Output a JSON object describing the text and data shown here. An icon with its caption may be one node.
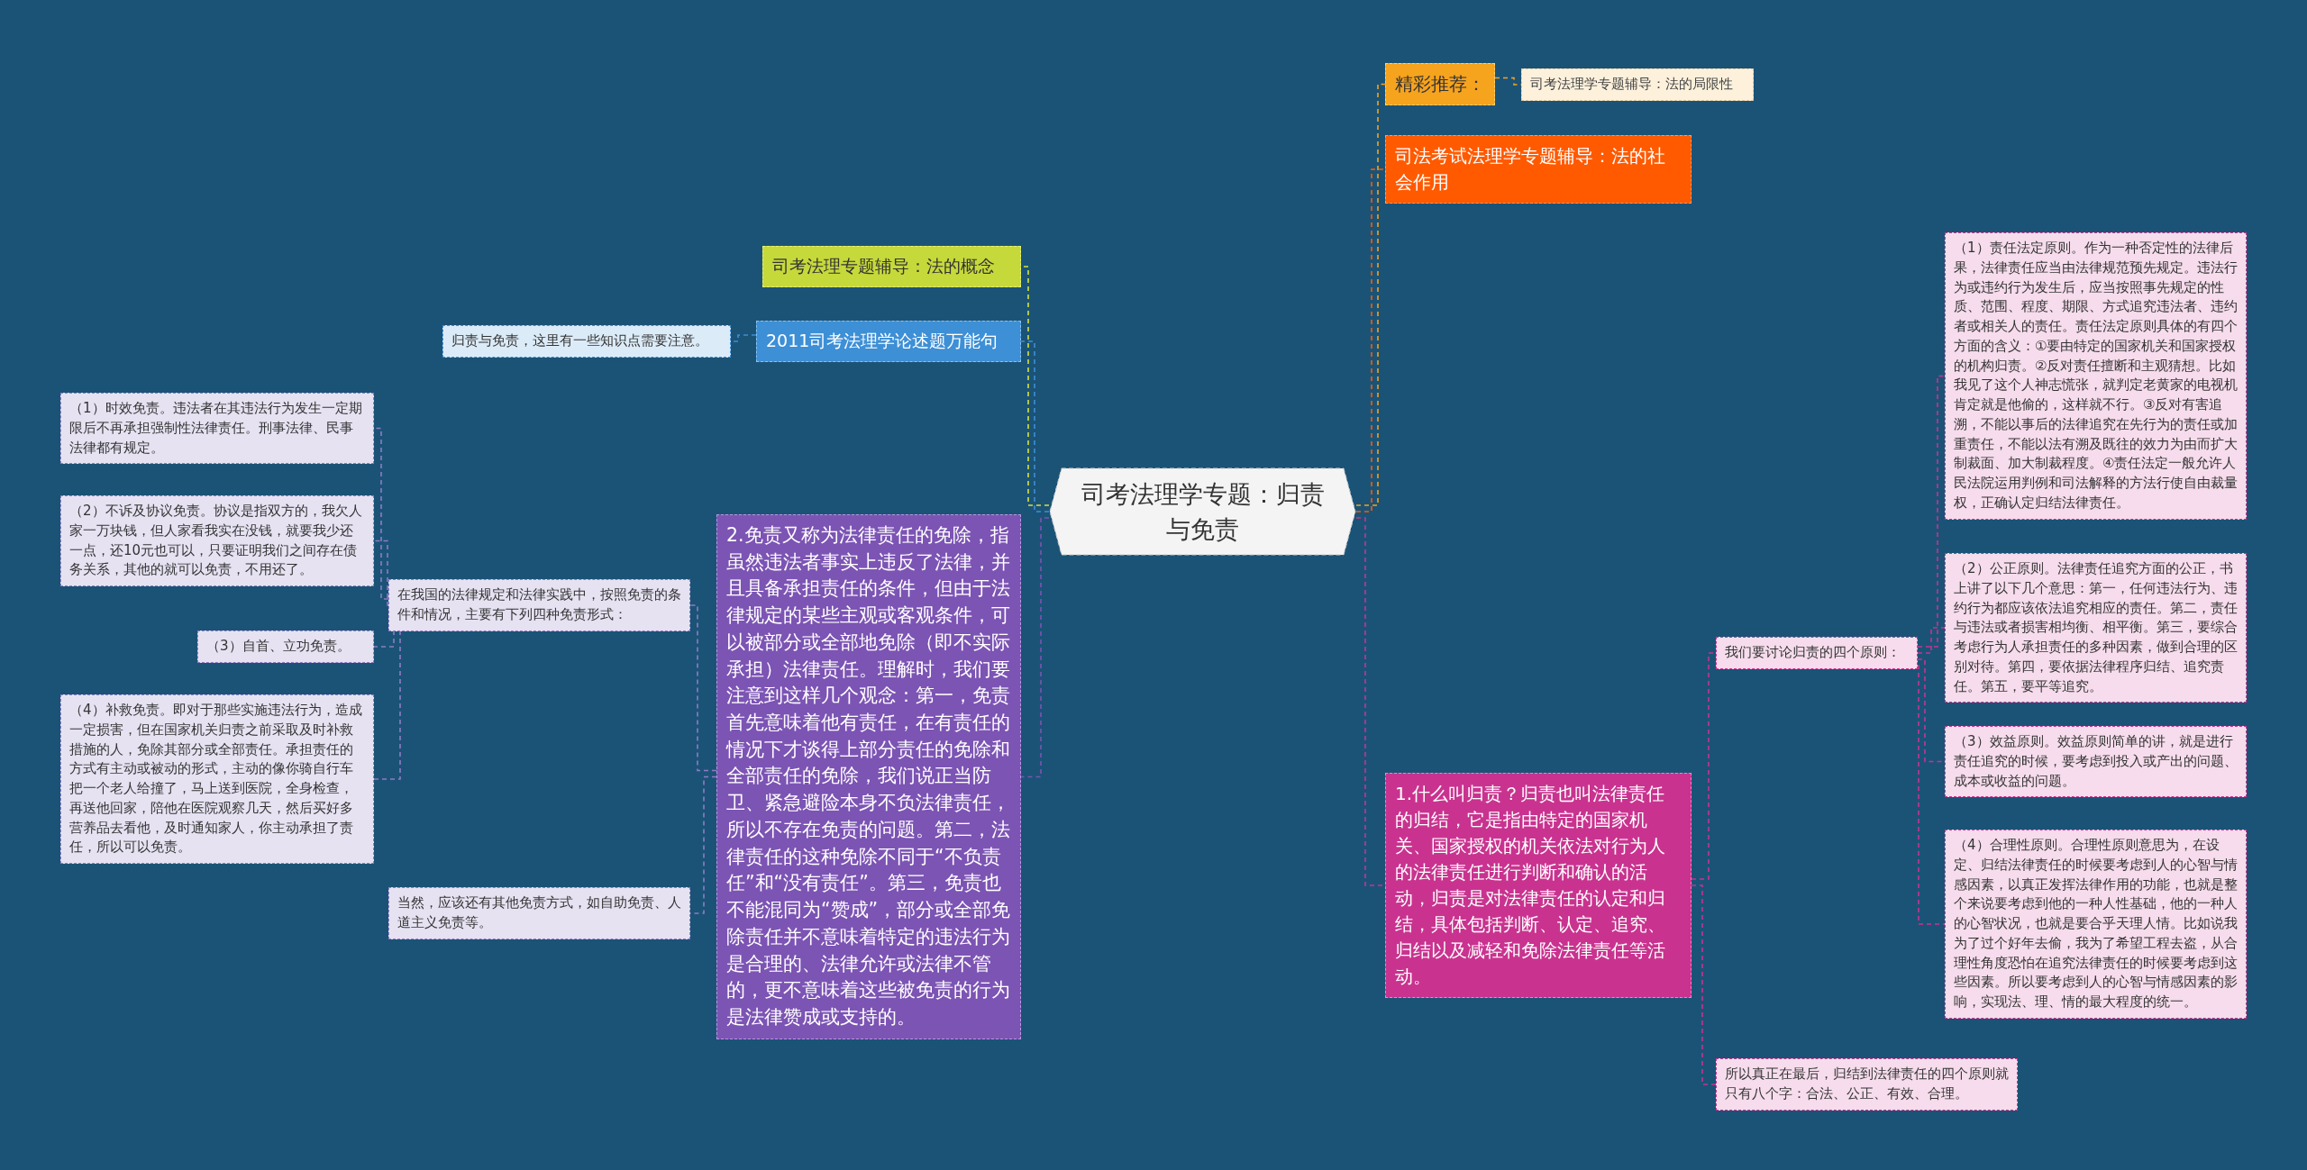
{
  "diagram": {
    "nodes": [
      {
        "text": [
          "司考法理学专题：归责与免责"
        ]
      },
      {
        "text": [
          "精彩推荐："
        ]
      },
      {
        "text": [
          "司考法理学专题辅导：法的局限性"
        ]
      },
      {
        "text": [
          "司法考试法理学专题辅导：法的社会作用"
        ]
      },
      {
        "text": [
          "1.什么叫归责？归责也叫法律责任的归结，它是指由特定的国家机关、国家授权的机关依法对行为人的法律责任进行判断和确认的活动，归责是对法律责任的认定和归结，具体包括判断、认定、追究、归结以及减轻和免除法律责任等活动。"
        ]
      },
      {
        "text": [
          "我们要讨论归责的四个原则："
        ]
      },
      {
        "text": [
          "（1）责任法定原则。作为一种否定性的法律后果，法律责任应当由法律规范预先规定。违法行为或违约行为发生后，应当按照事先规定的性质、范围、程度、期限、方式追究违法者、违约者或相关人的责任。责任法定原则具体的有四个方面的含义：①要由特定的国家机关和国家授权的机构归责。②反对责任擅断和主观猜想。比如我见了这个人神志慌张，就判定老黄家的电视机肯定就是他偷的，这样就不行。③反对有害追溯，不能以事后的法律追究在先行为的责任或加重责任，不能以法有溯及既往的效力为由而扩大制裁面、加大制裁程度。④责任法定一般允许人民法院运用判例和司法解释的方法行使自由裁量权，正确认定归结法律责任。"
        ]
      },
      {
        "text": [
          "（2）公正原则。法律责任追究方面的公正，书上讲了以下几个意思：第一，任何违法行为、违约行为都应该依法追究相应的责任。第二，责任与违法或者损害相均衡、相平衡。第三，要综合考虑行为人承担责任的多种因素，做到合理的区别对待。第四，要依据法律程序归结、追究责任。第五，要平等追究。"
        ]
      },
      {
        "text": [
          "（3）效益原则。效益原则简单的讲，就是进行责任追究的时候，要考虑到投入或产出的问题、成本或收益的问题。"
        ]
      },
      {
        "text": [
          "（4）合理性原则。合理性原则意思为，在设定、归结法律责任的时候要考虑到人的心智与情感因素，以真正发挥法律作用的功能，也就是整个来说要考虑到他的一种人性基础，他的一种人的心智状况，也就是要合乎天理人情。比如说我为了过个好年去偷，我为了希望工程去盗，从合理性角度恐怕在追究法律责任的时候要考虑到这些因素。所以要考虑到人的心智与情感因素的影响，实现法、理、情的最大程度的统一。"
        ]
      },
      {
        "text": [
          "所以真正在最后，归结到法律责任的四个原则就只有八个字：合法、公正、有效、合理。"
        ]
      },
      {
        "text": [
          "司考法理专题辅导：法的概念"
        ]
      },
      {
        "text": [
          "2011司考法理学论述题万能句"
        ]
      },
      {
        "text": [
          "归责与免责，这里有一些知识点需要注意。"
        ]
      },
      {
        "text": [
          "2.免责又称为法律责任的免除，指虽然违法者事实上违反了法律，并且具备承担责任的条件，但由于法律规定的某些主观或客观条件，可以被部分或全部地免除（即不实际承担）法律责任。理解时，我们要注意到这样几个观念：第一，免责首先意味着他有责任，在有责任的情况下才谈得上部分责任的免除和全部责任的免除，我们说正当防卫、紧急避险本身不负法律责任，所以不存在免责的问题。第二，法律责任的这种免除不同于“不负责任”和“没有责任”。第三，免责也不能混同为“赞成”，部分或全部免除责任并不意味着特定的违法行为是合理的、法律允许或法律不管的，更不意味着这些被免责的行为是法律赞成或支持的。"
        ]
      },
      {
        "text": [
          "在我国的法律规定和法律实践中，按照免责的条件和情况，主要有下列四种免责形式："
        ]
      },
      {
        "text": [
          "（1）时效免责。违法者在其违法行为发生一定期限后不再承担强制性法律责任。刑事法律、民事法律都有规定。"
        ]
      },
      {
        "text": [
          "（2）不诉及协议免责。协议是指双方的，我欠人家一万块钱，但人家看我实在没钱，就要我少还一点，还10元也可以，只要证明我们之间存在债务关系，其他的就可以免责，不用还了。"
        ]
      },
      {
        "text": [
          "（3）自首、立功免责。"
        ]
      },
      {
        "text": [
          "（4）补救免责。即对于那些实施违法行为，造成一定损害，但在国家机关归责之前采取及时补救措施的人，免除其部分或全部责任。承担责任的方式有主动或被动的形式，主动的像你骑自行车把一个老人给撞了，马上送到医院，全身检查，再送他回家，陪他在医院观察几天，然后买好多营养品去看他，及时通知家人，你主动承担了责任，所以可以免责。"
        ]
      },
      {
        "text": [
          "当然，应该还有其他免责方式，如自助免责、人道主义免责等。"
        ]
      }
    ],
    "edges": [
      {
        "from": 0,
        "to": 1,
        "arrow": "none",
        "color": "#f6a31d"
      },
      {
        "from": 1,
        "to": 2,
        "arrow": "none",
        "color": "#f6a31d"
      },
      {
        "from": 0,
        "to": 3,
        "arrow": "none",
        "color": "#ff5a00"
      },
      {
        "from": 0,
        "to": 4,
        "arrow": "none",
        "color": "#c9338f"
      },
      {
        "from": 4,
        "to": 5,
        "arrow": "none",
        "color": "#c9338f"
      },
      {
        "from": 5,
        "to": 6,
        "arrow": "none",
        "color": "#c9338f"
      },
      {
        "from": 5,
        "to": 7,
        "arrow": "none",
        "color": "#c9338f"
      },
      {
        "from": 5,
        "to": 8,
        "arrow": "none",
        "color": "#c9338f"
      },
      {
        "from": 5,
        "to": 9,
        "arrow": "none",
        "color": "#c9338f"
      },
      {
        "from": 4,
        "to": 10,
        "arrow": "none",
        "color": "#c9338f"
      },
      {
        "from": 0,
        "to": 11,
        "arrow": "none",
        "color": "#d6e33c"
      },
      {
        "from": 0,
        "to": 12,
        "arrow": "none",
        "color": "#3d8fd6"
      },
      {
        "from": 12,
        "to": 13,
        "arrow": "none",
        "color": "#3d8fd6"
      },
      {
        "from": 0,
        "to": 14,
        "arrow": "none",
        "color": "#7c54b4"
      },
      {
        "from": 14,
        "to": 15,
        "arrow": "none",
        "color": "#8f7cc4"
      },
      {
        "from": 15,
        "to": 16,
        "arrow": "none",
        "color": "#8f7cc4"
      },
      {
        "from": 15,
        "to": 17,
        "arrow": "none",
        "color": "#8f7cc4"
      },
      {
        "from": 15,
        "to": 18,
        "arrow": "none",
        "color": "#8f7cc4"
      },
      {
        "from": 15,
        "to": 19,
        "arrow": "none",
        "color": "#8f7cc4"
      },
      {
        "from": 14,
        "to": 20,
        "arrow": "none",
        "color": "#8f7cc4"
      }
    ]
  }
}
